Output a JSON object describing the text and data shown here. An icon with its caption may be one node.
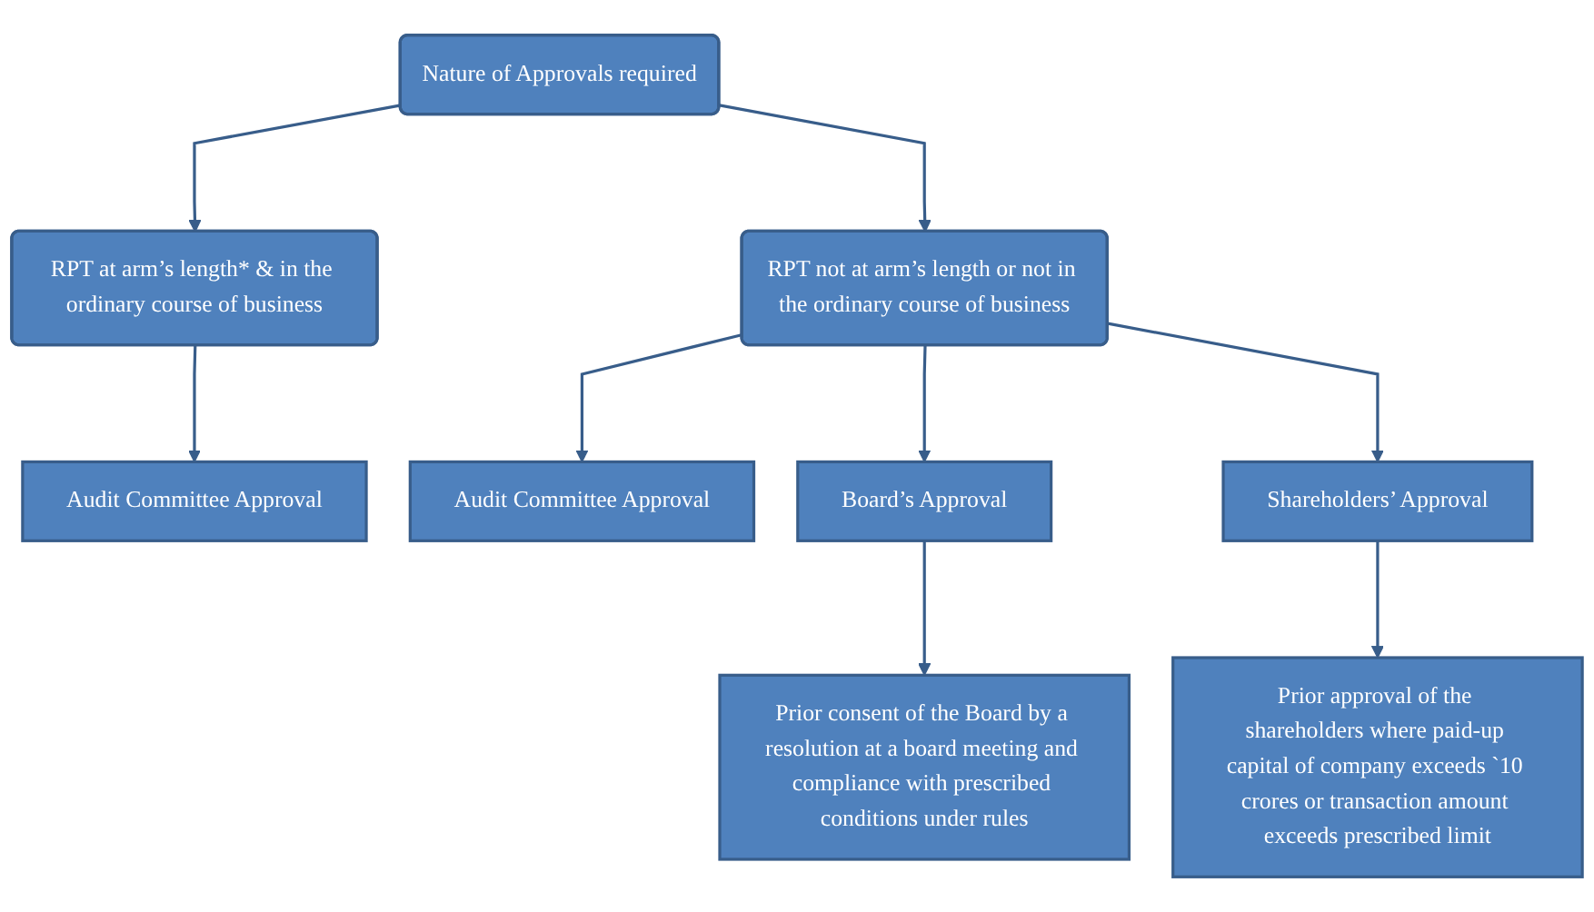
{
  "diagram": {
    "nodes": [
      {
        "text": [
          "Nature of Approvals required"
        ]
      },
      {
        "text": [
          "RPT at arm’s length* & in the ordinary course of business"
        ]
      },
      {
        "text": [
          "RPT not at arm’s length or not in the ordinary course of business"
        ]
      },
      {
        "text": [
          "Audit Committee Approval"
        ]
      },
      {
        "text": [
          "Audit Committee Approval"
        ]
      },
      {
        "text": [
          "Board’s Approval"
        ]
      },
      {
        "text": [
          "Shareholders’ Approval"
        ]
      },
      {
        "text": [
          "Prior consent of the Board by a resolution at a board meeting and compliance with prescribed conditions under rules"
        ]
      },
      {
        "text": [
          "Prior approval of the shareholders where paid-up capital of company exceeds `10 crores or transaction amount exceeds prescribed limit"
        ]
      }
    ],
    "edges": [
      {
        "from": 0,
        "to": 1,
        "arrow": "to"
      },
      {
        "from": 0,
        "to": 2,
        "arrow": "to"
      },
      {
        "from": 1,
        "to": 3,
        "arrow": "to"
      },
      {
        "from": 2,
        "to": 4,
        "arrow": "to"
      },
      {
        "from": 2,
        "to": 5,
        "arrow": "to"
      },
      {
        "from": 2,
        "to": 6,
        "arrow": "to"
      },
      {
        "from": 5,
        "to": 7,
        "arrow": "to"
      },
      {
        "from": 6,
        "to": 8,
        "arrow": "to"
      }
    ]
  }
}
